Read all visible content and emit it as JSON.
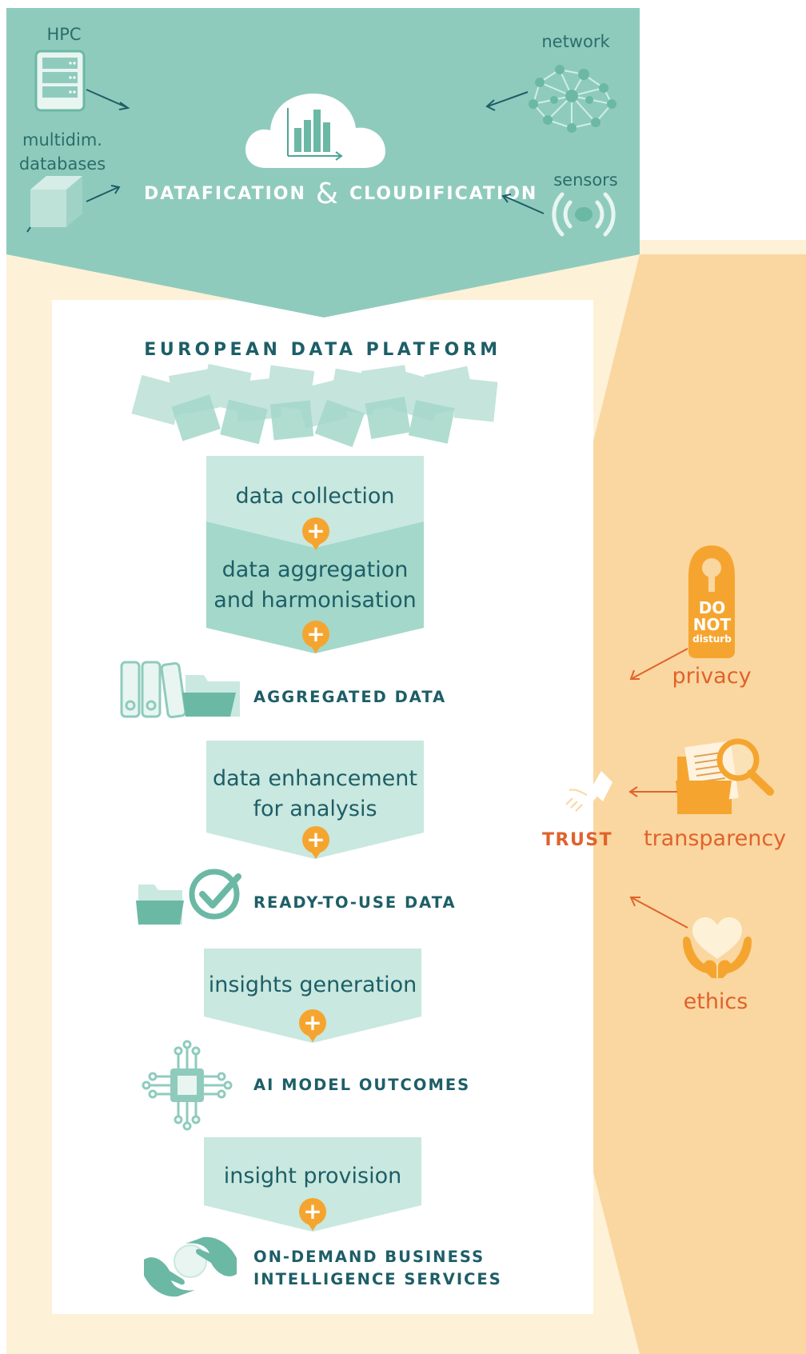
{
  "header": {
    "title_left": "DATAFICATION",
    "title_amp": "&",
    "title_right": "CLOUDIFICATION",
    "sources": {
      "hpc": "HPC",
      "databases_line1": "multidim.",
      "databases_line2": "databases",
      "network": "network",
      "sensors": "sensors"
    }
  },
  "platform": {
    "title": "EUROPEAN DATA PLATFORM"
  },
  "steps": [
    {
      "lines": [
        "data collection"
      ]
    },
    {
      "lines": [
        "data aggregation",
        "and harmonisation"
      ]
    },
    {
      "lines": [
        "data enhancement",
        "for analysis"
      ]
    },
    {
      "lines": [
        "insights generation"
      ]
    },
    {
      "lines": [
        "insight provision"
      ]
    }
  ],
  "outputs": [
    {
      "lines": [
        "AGGREGATED DATA"
      ],
      "icon": "binders-folder-icon"
    },
    {
      "lines": [
        "READY-TO-USE DATA"
      ],
      "icon": "folder-check-icon"
    },
    {
      "lines": [
        "AI MODEL OUTCOMES"
      ],
      "icon": "ai-chip-icon"
    },
    {
      "lines": [
        "ON-DEMAND BUSINESS",
        "INTELLIGENCE SERVICES"
      ],
      "icon": "hands-circle-icon"
    }
  ],
  "trust_panel": {
    "trust": "TRUST",
    "privacy": "privacy",
    "privacy_sign_line1": "DO",
    "privacy_sign_line2": "NOT",
    "privacy_sign_line3": "disturb",
    "transparency": "transparency",
    "ethics": "ethics"
  },
  "colors": {
    "teal_header": "#8fcbbd",
    "teal_dark": "#1d5e67",
    "teal_icon": "#79c0ad",
    "step_light": "#c9e8df",
    "step_mid": "#a4d8ca",
    "cream": "#fdf1d8",
    "orange_panel": "#fad7a0",
    "plus_orange": "#f5a52f",
    "orange_text": "#e0622c"
  }
}
